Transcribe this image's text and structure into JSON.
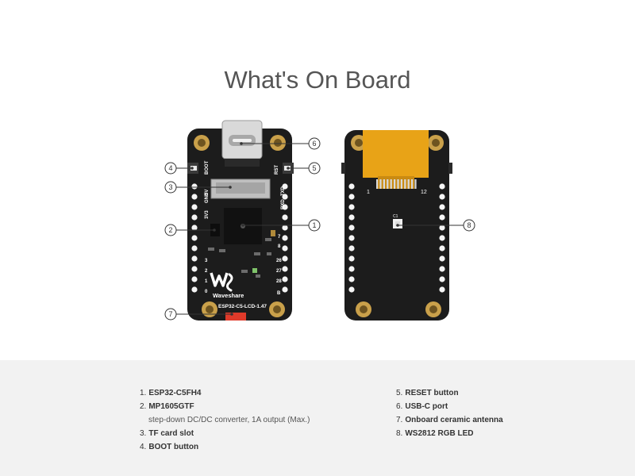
{
  "title": "What's On Board",
  "board_front": {
    "brand": "Waveshare",
    "model": "ESP32-C5-LCD-1.47",
    "pin_labels": [
      "5V",
      "3V3",
      "GND",
      "TXD",
      "RXD",
      "BOOT",
      "RST"
    ],
    "pin_numbers_left": [
      "3",
      "2",
      "1",
      "0"
    ],
    "pin_numbers_right": [
      "26",
      "27",
      "28",
      "7",
      "8",
      "B"
    ]
  },
  "board_back": {
    "fpc_pin_left": "1",
    "fpc_pin_right": "12",
    "led_label": "C1"
  },
  "callouts": [
    "1",
    "2",
    "3",
    "4",
    "5",
    "6",
    "7",
    "8"
  ],
  "legend": {
    "left": [
      {
        "num": "1.",
        "name": "ESP32-C5FH4",
        "desc": ""
      },
      {
        "num": "2.",
        "name": "MP1605GTF",
        "desc": "step-down DC/DC converter, 1A output (Max.)"
      },
      {
        "num": "3.",
        "name": "TF card slot",
        "desc": ""
      },
      {
        "num": "4.",
        "name": "BOOT button",
        "desc": ""
      }
    ],
    "right": [
      {
        "num": "5.",
        "name": "RESET button",
        "desc": ""
      },
      {
        "num": "6.",
        "name": "USB-C port",
        "desc": ""
      },
      {
        "num": "7.",
        "name": "Onboard ceramic antenna",
        "desc": ""
      },
      {
        "num": "8.",
        "name": "WS2812 RGB LED",
        "desc": ""
      }
    ]
  },
  "colors": {
    "pcb": "#1c1c1c",
    "gold": "#c9a04a",
    "fpc": "#e8a317",
    "antenna": "#e03a2a",
    "legend_bg": "#f2f2f2"
  }
}
